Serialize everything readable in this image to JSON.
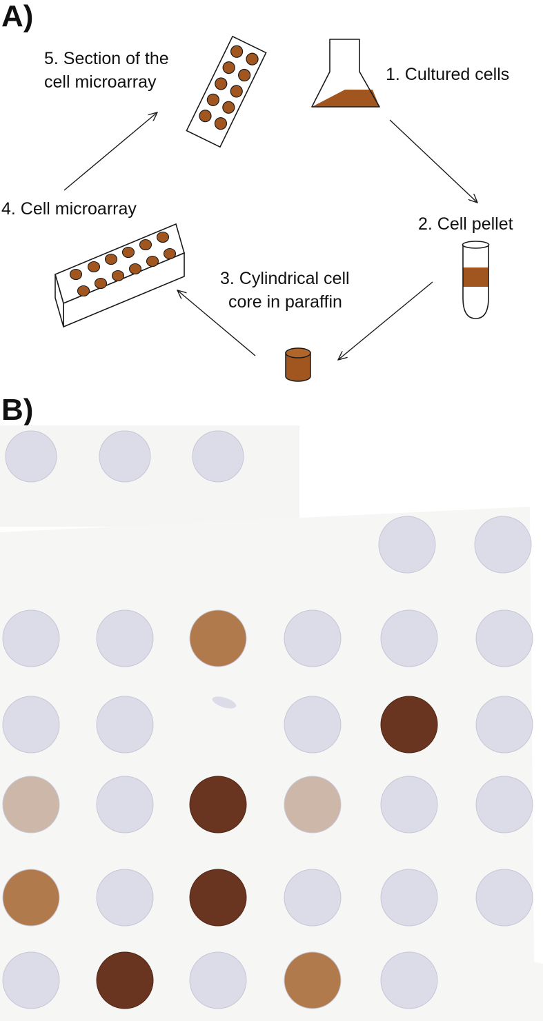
{
  "panels": {
    "a_label": "A)",
    "b_label": "B)"
  },
  "steps": [
    {
      "id": "cultured",
      "line1": "1. Cultured cells"
    },
    {
      "id": "pellet",
      "line1": "2. Cell pellet"
    },
    {
      "id": "core",
      "line1": "3. Cylindrical cell",
      "line2": "core in paraffin"
    },
    {
      "id": "microarray",
      "line1": "4. Cell microarray"
    },
    {
      "id": "section",
      "line1": "5. Section of the",
      "line2": "cell microarray"
    }
  ],
  "colors": {
    "cell_brown": "#a0561e",
    "outline": "#1a1a1a",
    "stain_none": "#dcdbe8",
    "stain_weak": "#cdb7a8",
    "stain_moderate": "#b07a4c",
    "stain_strong": "#6a3520"
  },
  "tissue_grid": {
    "staining_levels": [
      "none",
      "weak",
      "moderate",
      "strong"
    ],
    "rows": [
      [
        "none",
        "none",
        "none",
        "empty",
        "empty",
        "empty"
      ],
      [
        "empty",
        "empty",
        "empty",
        "empty",
        "none",
        "none"
      ],
      [
        "none",
        "none",
        "moderate",
        "none",
        "none",
        "none"
      ],
      [
        "none",
        "none",
        "fragment",
        "none",
        "strong",
        "none"
      ],
      [
        "weak",
        "none",
        "strong",
        "weak",
        "none",
        "none"
      ],
      [
        "moderate",
        "none",
        "strong",
        "none",
        "none",
        "none"
      ],
      [
        "none",
        "strong",
        "none",
        "moderate",
        "none",
        "empty"
      ]
    ]
  }
}
